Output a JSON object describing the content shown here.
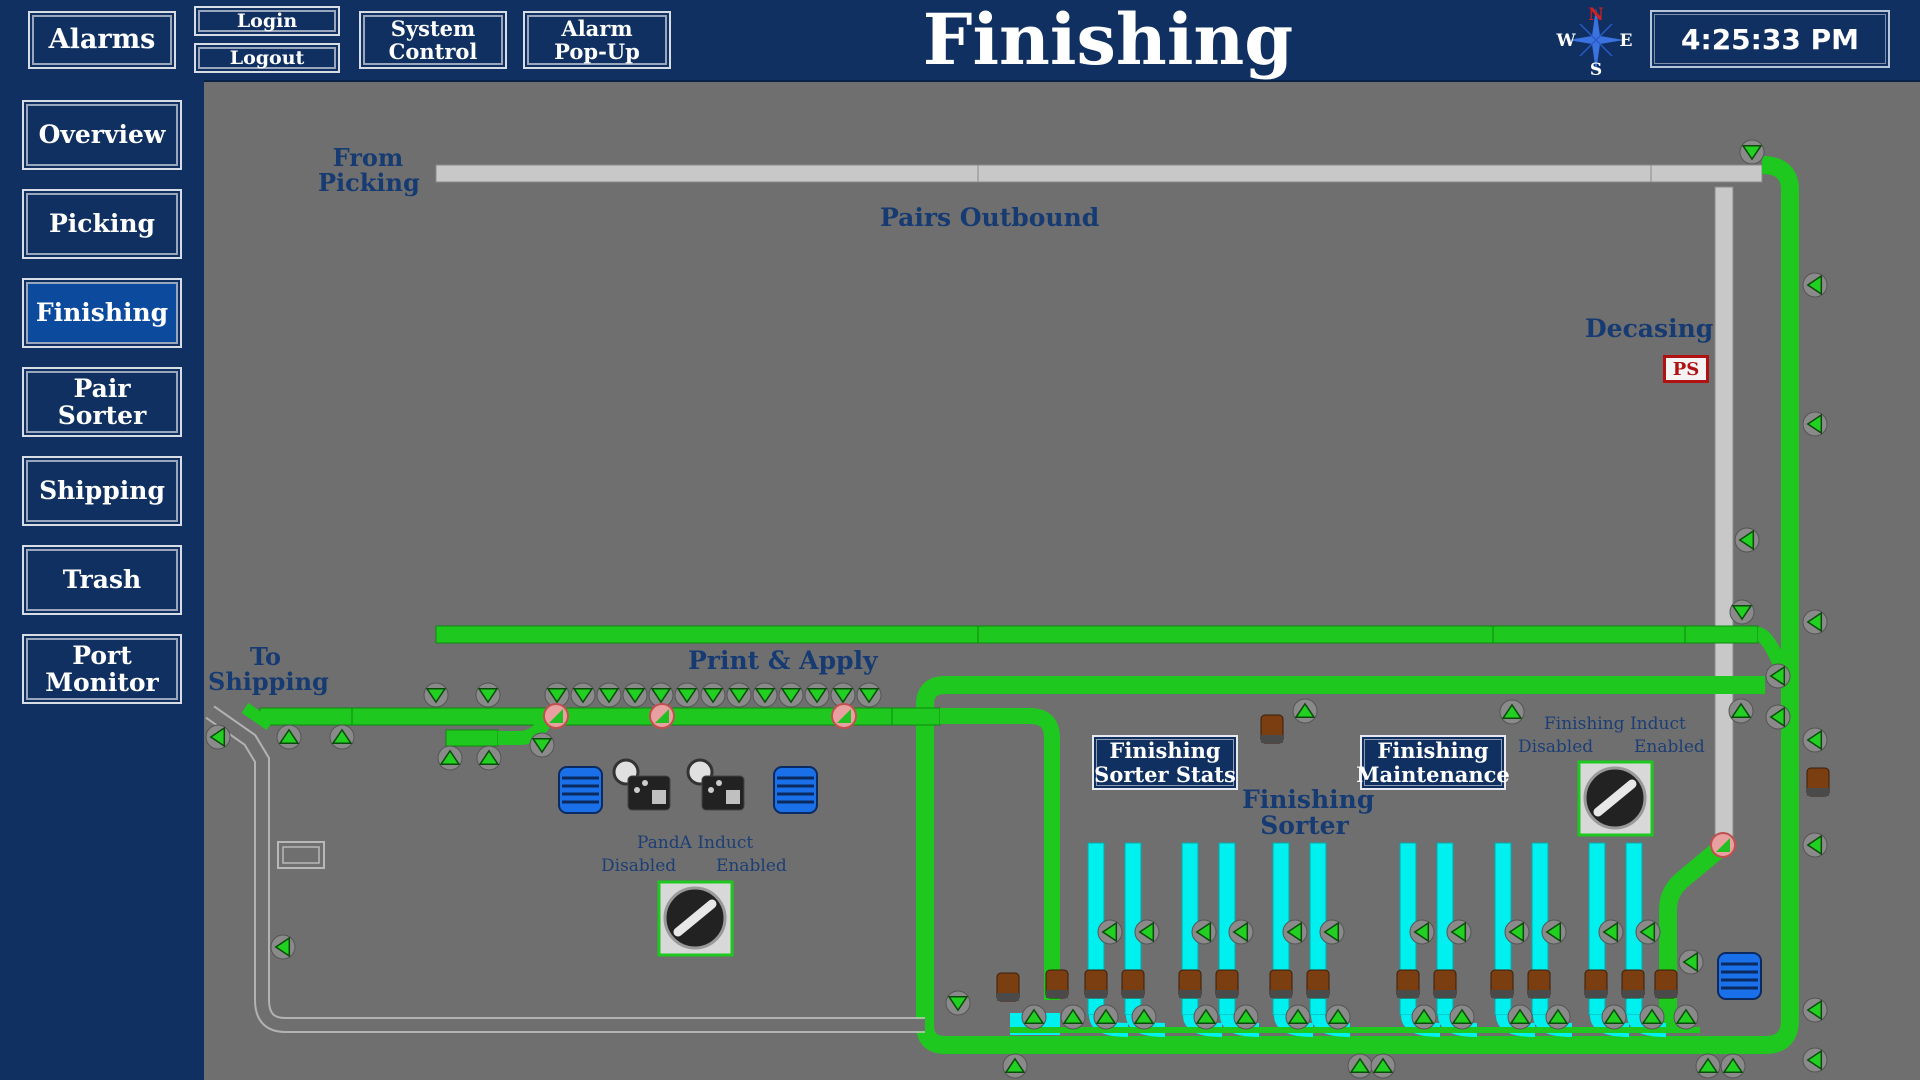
{
  "header": {
    "title": "Finishing",
    "time": "4:25:33 PM",
    "alarms_label": "Alarms",
    "login_label": "Login",
    "logout_label": "Logout",
    "system_control_label": "System Control",
    "alarm_popup_label": "Alarm Pop-Up",
    "compass": {
      "n": "N",
      "s": "S",
      "e": "E",
      "w": "W"
    }
  },
  "sidebar": {
    "items": [
      {
        "label": "Overview"
      },
      {
        "label": "Picking"
      },
      {
        "label": "Finishing"
      },
      {
        "label": "Pair Sorter"
      },
      {
        "label": "Shipping"
      },
      {
        "label": "Trash"
      },
      {
        "label": "Port Monitor"
      }
    ],
    "active": "Finishing"
  },
  "diagram": {
    "from_picking": "From Picking",
    "pairs_outbound": "Pairs Outbound",
    "decasing": "Decasing",
    "ps_badge": "PS",
    "to_shipping": "To Shipping",
    "print_apply": "Print & Apply",
    "panda_induct": "PandA Induct",
    "disabled": "Disabled",
    "enabled": "Enabled",
    "finishing_induct": "Finishing Induct",
    "finishing_sorter": "Finishing Sorter",
    "sorter_stats_button": "Finishing Sorter Stats",
    "maintenance_button": "Finishing Maintenance"
  },
  "colors": {
    "background": "#6f6f6f",
    "navy": "#0f3060",
    "conveyor_running": "#1ec81e",
    "conveyor_idle": "#c8c8c8",
    "lane": "#00f0f0",
    "label_text": "#163a72"
  }
}
